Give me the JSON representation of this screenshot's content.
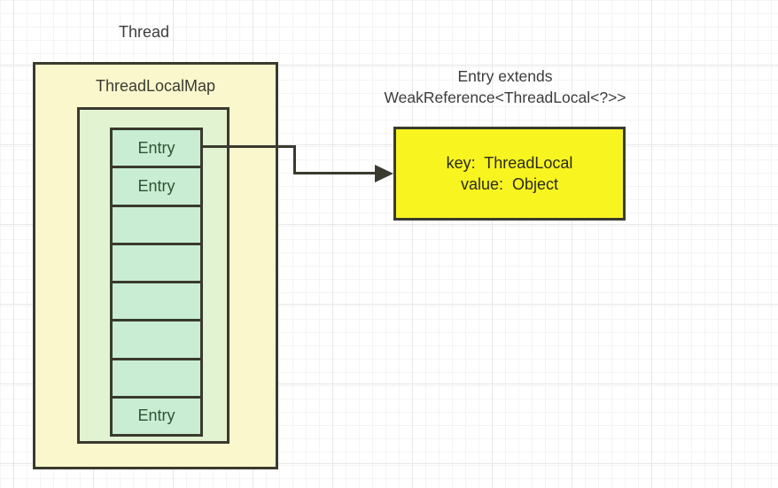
{
  "diagram": {
    "thread_label": "Thread",
    "map_box": {
      "title": "ThreadLocalMap",
      "cells": [
        {
          "label": "Entry"
        },
        {
          "label": "Entry"
        },
        {
          "label": ""
        },
        {
          "label": ""
        },
        {
          "label": ""
        },
        {
          "label": ""
        },
        {
          "label": ""
        },
        {
          "label": "Entry"
        }
      ]
    },
    "entry_note": {
      "line1": "Entry extends",
      "line2": "WeakReference<ThreadLocal<?>>"
    },
    "entry_box": {
      "line1": "key:  ThreadLocal",
      "line2": "value:  Object"
    },
    "colors": {
      "outer_box_fill": "#faf7cd",
      "inner_box_fill": "#e1f3d1",
      "cell_fill": "#c8edd3",
      "entry_box_fill": "#f7f420",
      "border_and_arrow": "#3a3a2e",
      "entry_text": "#2f5233",
      "label_text": "#3c3c3c"
    }
  }
}
